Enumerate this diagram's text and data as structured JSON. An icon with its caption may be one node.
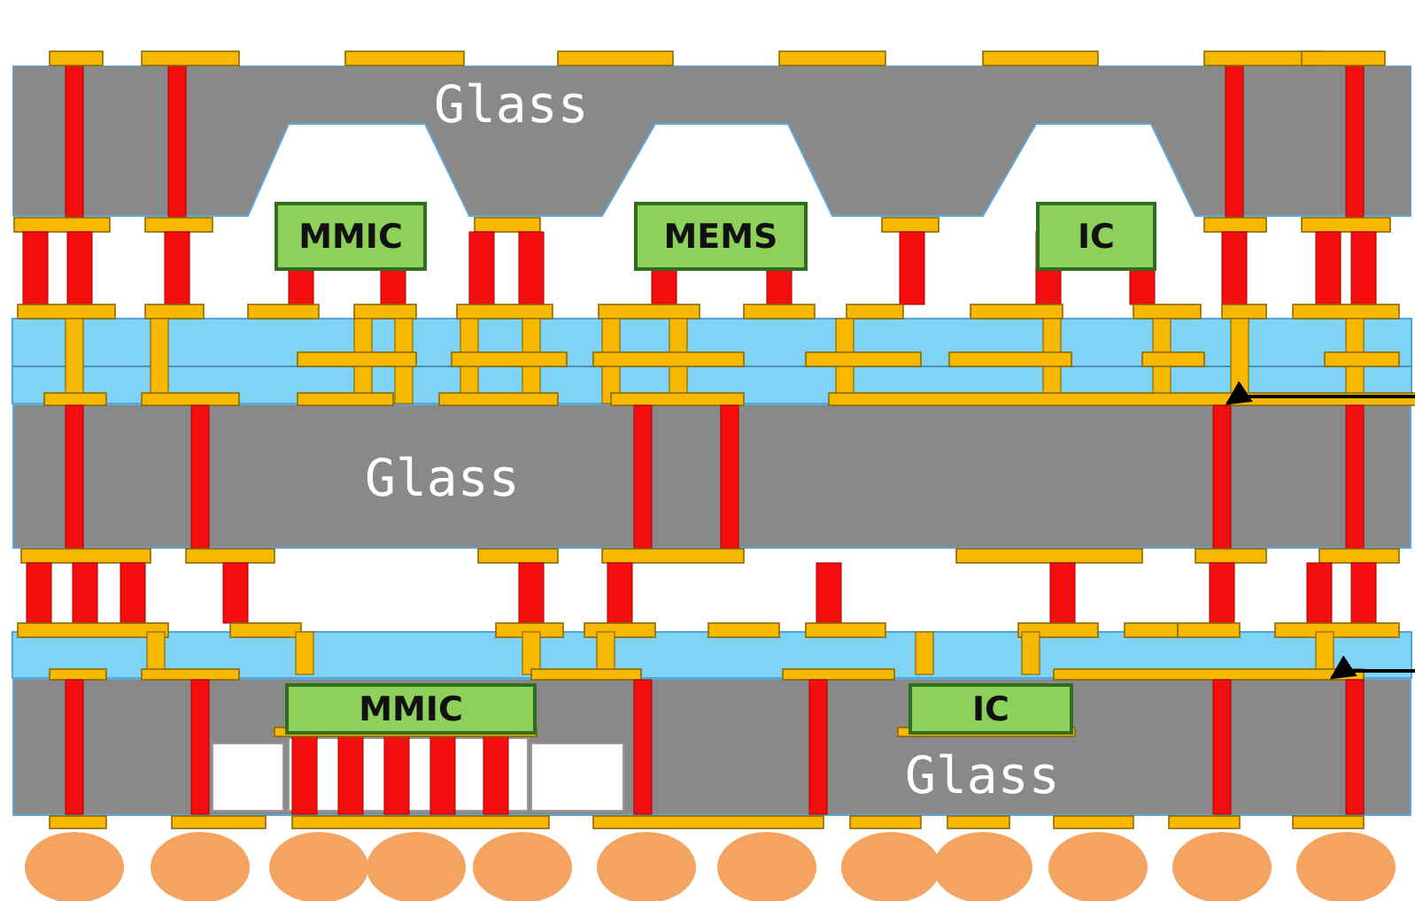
{
  "diagram": {
    "nodes": [
      {
        "text": [
          "Glass"
        ]
      },
      {
        "text": [
          "MMIC"
        ]
      },
      {
        "text": [
          "MEMS"
        ]
      },
      {
        "text": [
          "IC"
        ]
      },
      {
        "text": [
          "Glass"
        ]
      },
      {
        "text": [
          "Glass"
        ]
      },
      {
        "text": [
          "MMIC"
        ],
        "in": 5
      },
      {
        "text": [
          "IC"
        ],
        "in": 5
      }
    ],
    "edges": [
      {
        "from": null,
        "to": 4,
        "arrow": "to"
      },
      {
        "from": null,
        "to": 5,
        "arrow": "to"
      }
    ]
  }
}
